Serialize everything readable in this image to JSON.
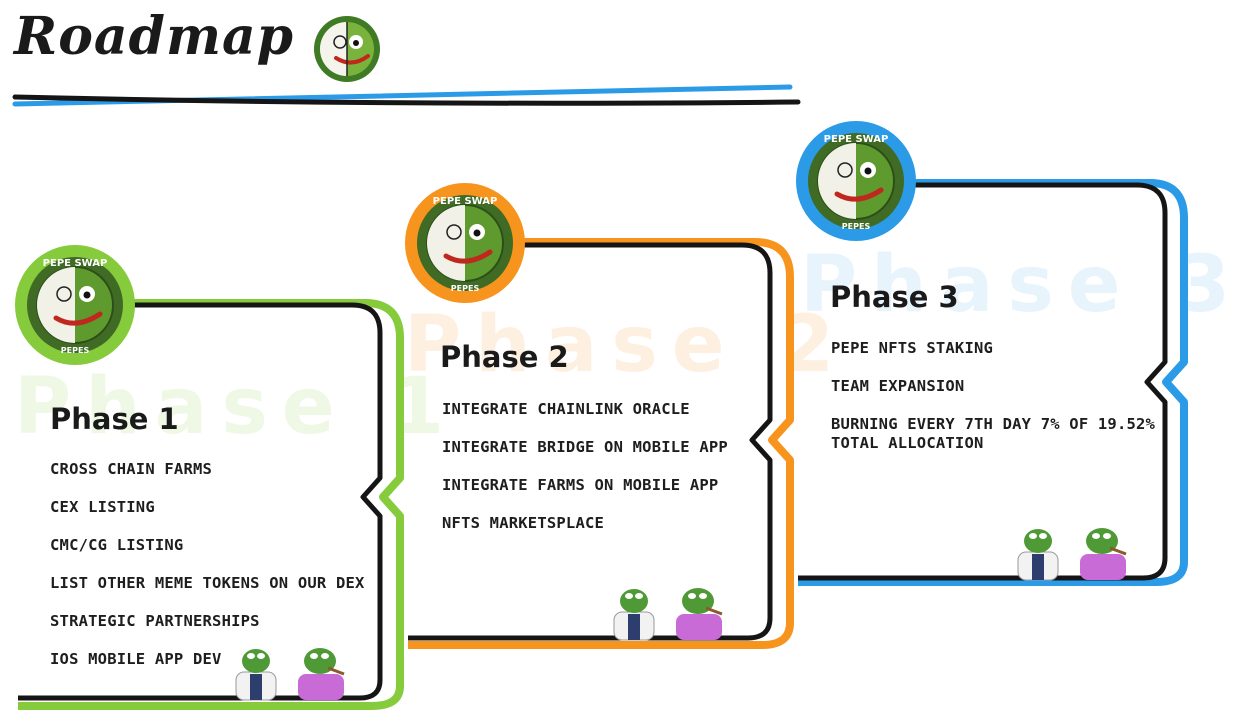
{
  "header": {
    "title": "Roadmap",
    "logo_icon": "pepe-swap-logo-icon"
  },
  "colors": {
    "phase1": "#86cb3c",
    "phase2": "#f7941e",
    "phase3": "#2b9be8",
    "line_dark": "#151515"
  },
  "badge": {
    "top_text": "PEPE SWAP",
    "bottom_text": "PEPES"
  },
  "phases": [
    {
      "title": "Phase 1",
      "watermark": "Phase 1",
      "items": [
        "CROSS CHAIN FARMS",
        "CEX LISTING",
        "CMC/CG LISTING",
        "LIST OTHER MEME TOKENS ON OUR DEX",
        "STRATEGIC PARTNERSHIPS",
        "IOS MOBILE APP DEV"
      ]
    },
    {
      "title": "Phase 2",
      "watermark": "Phase 2",
      "items": [
        "INTEGRATE CHAINLINK ORACLE",
        "INTEGRATE BRIDGE ON MOBILE APP",
        "INTEGRATE FARMS ON MOBILE APP",
        "NFTS MARKETSPLACE"
      ]
    },
    {
      "title": "Phase 3",
      "watermark": "Phase 3",
      "items": [
        "PEPE NFTS STAKING",
        "TEAM EXPANSION",
        "BURNING EVERY 7TH DAY 7% OF 19.52%\nTOTAL ALLOCATION"
      ]
    }
  ]
}
